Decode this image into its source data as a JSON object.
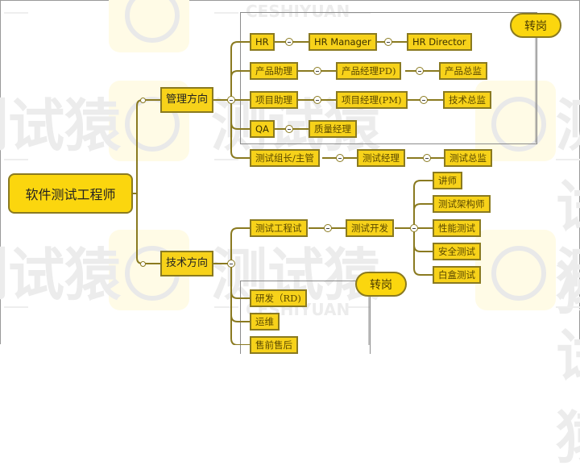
{
  "watermark": {
    "brand_cn": "测试猿",
    "brand_en": "CESHIYUAN"
  },
  "root": {
    "label": "软件测试工程师"
  },
  "management": {
    "label": "管理方向",
    "boundary_label": "转岗",
    "rows": [
      {
        "nodes": [
          "HR",
          "HR Manager",
          "HR Director"
        ]
      },
      {
        "nodes": [
          "产品助理",
          "产品经理PD)",
          "产品总监"
        ]
      },
      {
        "nodes": [
          "项目助理",
          "项目经理(PM)",
          "技术总监"
        ]
      },
      {
        "nodes": [
          "QA",
          "质量经理"
        ]
      }
    ],
    "test_row": {
      "nodes": [
        "测试组长/主管",
        "测试经理",
        "测试总监"
      ]
    }
  },
  "technical": {
    "label": "技术方向",
    "test_row": {
      "nodes": [
        "测试工程试",
        "测试开发"
      ]
    },
    "dev_children": [
      "讲师",
      "测试架构师",
      "性能测试",
      "安全测试",
      "白盒测试"
    ],
    "boundary_label": "转岗",
    "transfer_items": [
      "研发（RD)",
      "运维",
      "售前售后"
    ]
  },
  "colors": {
    "node_fill": "#f7d21a",
    "node_border": "#8a7a20",
    "connector": "#8a7a20",
    "boundary": "#8c8c8c"
  }
}
